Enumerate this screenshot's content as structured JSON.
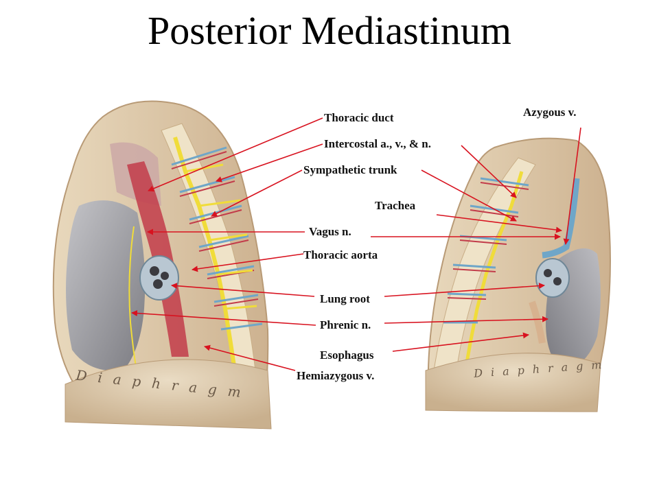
{
  "title": "Posterior Mediastinum",
  "diaphragm_left": "Diaphragm",
  "diaphragm_right": "Diaphragm",
  "labels": {
    "thoracic_duct": "Thoracic duct",
    "intercostal": "Intercostal a., v., & n.",
    "sympathetic_trunk": "Sympathetic trunk",
    "vagus": "Vagus n.",
    "thoracic_aorta": "Thoracic aorta",
    "lung_root": "Lung root",
    "phrenic": "Phrenic n.",
    "esophagus": "Esophagus",
    "hemiazygous": "Hemiazygous v.",
    "azygous": "Azygous v.",
    "trachea": "Trachea"
  },
  "colors": {
    "arrow": "#d8121f",
    "nerve": "#f0dc3a",
    "vein": "#6fa6c8",
    "artery": "#c23c4a",
    "lung": "#a8a8ac",
    "body_wall": "#dcc6a4"
  }
}
